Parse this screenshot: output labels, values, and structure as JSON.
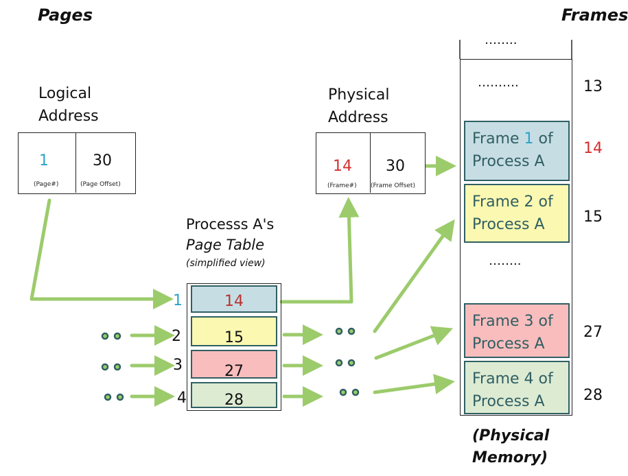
{
  "headers": {
    "pages": "Pages",
    "frames": "Frames"
  },
  "logical": {
    "title_line1": "Logical",
    "title_line2": "Address",
    "page_value": "1",
    "page_caption": "(Page#)",
    "offset_value": "30",
    "offset_caption": "(Page Offset)"
  },
  "physical": {
    "title_line1": "Physical",
    "title_line2": "Address",
    "frame_value": "14",
    "frame_caption": "(Frame#)",
    "offset_value": "30",
    "offset_caption": "(Frame Offset)"
  },
  "page_table": {
    "title_line1": "Processs A's",
    "title_line2": "Page Table",
    "title_line3": "(simplified view)",
    "rows": [
      {
        "page": "1",
        "frame": "14"
      },
      {
        "page": "2",
        "frame": "15"
      },
      {
        "page": "3",
        "frame": "27"
      },
      {
        "page": "4",
        "frame": "28"
      }
    ]
  },
  "memory": {
    "caption_line1": "(Physical",
    "caption_line2": "Memory)",
    "top_dots": "……..",
    "gap_dots_1": "……….",
    "gap_dots_2": "……..",
    "frame_13": "13",
    "frames": [
      {
        "line1": "Frame ",
        "line1b": "1",
        "line1c": " of",
        "line2": "Process A",
        "number": "14"
      },
      {
        "line1": "Frame 2 of",
        "line2": "Process A",
        "number": "15"
      },
      {
        "line1": "Frame 3 of",
        "line2": "Process A",
        "number": "27"
      },
      {
        "line1": "Frame 4 of",
        "line2": "Process A",
        "number": "28"
      }
    ]
  },
  "colors": {
    "arrow": "#9ccb6b",
    "blue_text": "#2aa3c8",
    "red_text": "#d62f2f",
    "row_blue": "#c7dde4",
    "row_yellow": "#fbf8b1",
    "row_red": "#f9bdbd",
    "row_green": "#ddebd3",
    "dot": "#2f5f63"
  }
}
